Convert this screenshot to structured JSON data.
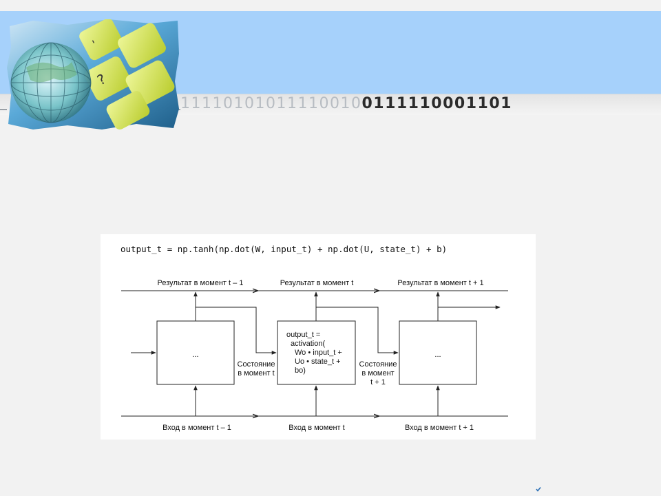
{
  "slide": {
    "binary_light": "11110101011110010",
    "binary_dark": "0111110001101"
  },
  "diagram": {
    "formula": "output_t = np.tanh(np.dot(W, input_t) + np.dot(U, state_t) + b)",
    "outputs": [
      "Результат в момент t – 1",
      "Результат в момент t",
      "Результат в момент t + 1"
    ],
    "inputs": [
      "Вход в момент t – 1",
      "Вход в момент t",
      "Вход в момент t + 1"
    ],
    "left_cell_text": "...",
    "right_cell_text": "...",
    "center_cell_lines": [
      "output_t =",
      "activation(",
      "Wo • input_t +",
      "Uo • state_t +",
      "bo)"
    ],
    "state_label_1": [
      "Состояние",
      "в момент t"
    ],
    "state_label_2": [
      "Состояние",
      "в момент",
      "t + 1"
    ]
  },
  "colors": {
    "header_band": "#a6d1fb",
    "background": "#f2f2f2",
    "diagram_stroke": "#222222"
  }
}
